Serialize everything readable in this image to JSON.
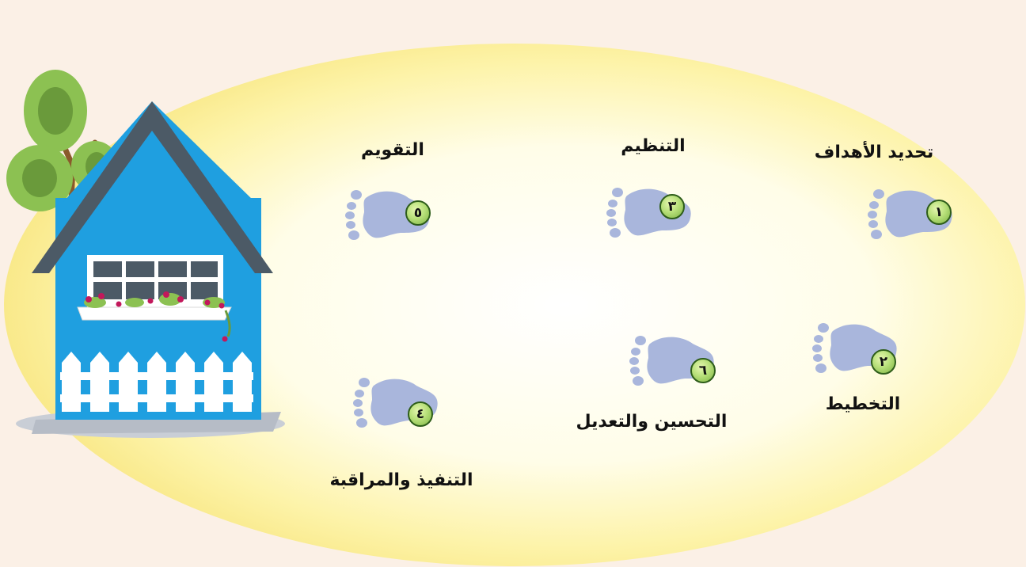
{
  "steps": [
    {
      "number": "١",
      "label": "تحديد الأهداف"
    },
    {
      "number": "٢",
      "label": "التخطيط"
    },
    {
      "number": "٣",
      "label": "التنظيم"
    },
    {
      "number": "٤",
      "label": "التنفيذ والمراقبة"
    },
    {
      "number": "٥",
      "label": "التقويم"
    },
    {
      "number": "٦",
      "label": "التحسين والتعديل"
    }
  ],
  "colors": {
    "background": "#fbf0e6",
    "glow_center": "#ffffff",
    "glow_edge": "#fbeea0",
    "footprint": "#a9b6dc",
    "house_wall": "#1f9fe0",
    "roof": "#4c5a66",
    "tree_leaves": "#8cc152",
    "tree_trunk": "#8a5a2b"
  }
}
